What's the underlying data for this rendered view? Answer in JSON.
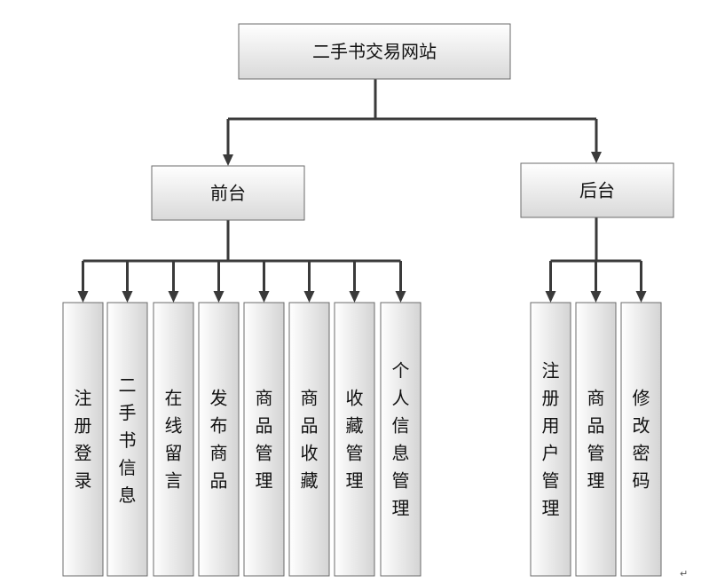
{
  "diagram": {
    "root": {
      "label": "二手书交易网站"
    },
    "branches": [
      {
        "label": "前台",
        "children": [
          "注册登录",
          "二手书信息",
          "在线留言",
          "发布商品",
          "商品管理",
          "商品收藏",
          "收藏管理",
          "个人信息管理"
        ]
      },
      {
        "label": "后台",
        "children": [
          "注册用户管理",
          "商品管理",
          "修改密码"
        ]
      }
    ]
  },
  "colors": {
    "box_gradient_top": "#ffffff",
    "box_gradient_bottom": "#d9d9d9",
    "box_border": "#6b6b6b",
    "connector": "#3a3a3a",
    "text": "#111111"
  },
  "page": {
    "paragraph_mark": "↵"
  }
}
